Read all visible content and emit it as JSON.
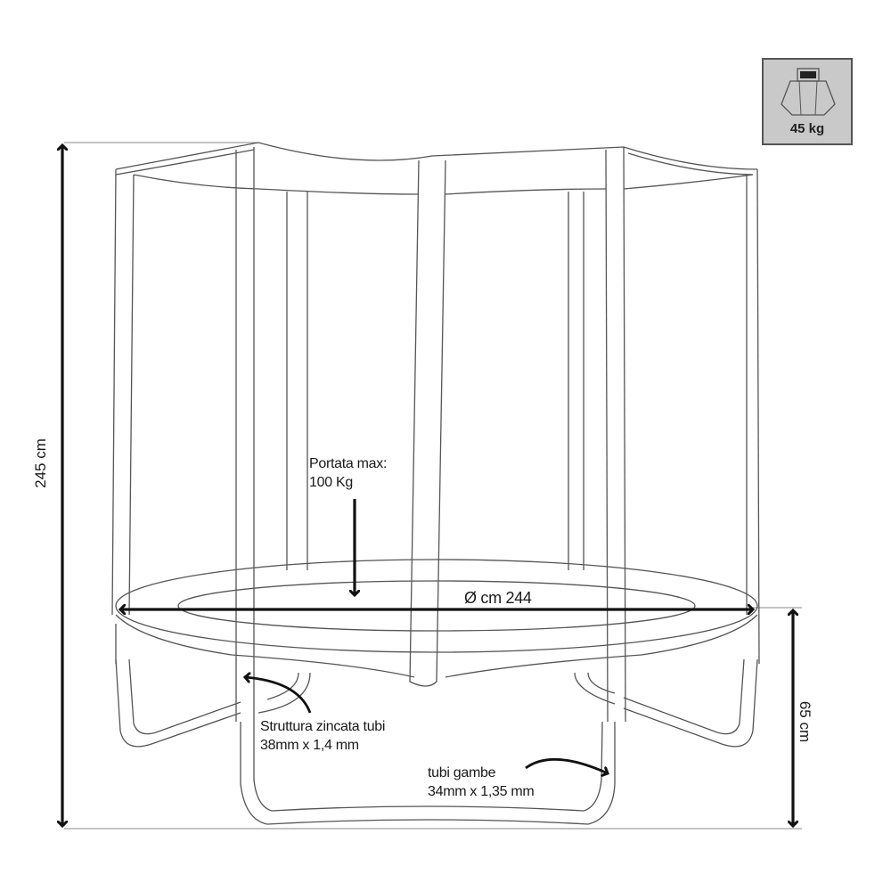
{
  "diagram": {
    "subject": "trampoline with safety enclosure net",
    "weight_badge": {
      "icon": "weight-icon",
      "label": "45 kg"
    },
    "dimensions": {
      "total_height": "245 cm",
      "diameter": "Ø cm 244",
      "leg_height": "65 cm"
    },
    "annotations": {
      "max_load_line1": "Portata max:",
      "max_load_line2": "100 Kg",
      "frame_line1": "Struttura zincata tubi",
      "frame_line2": "38mm x 1,4 mm",
      "legs_line1": "tubi gambe",
      "legs_line2": "34mm x 1,35 mm"
    },
    "colors": {
      "line": "#555555",
      "arrow": "#111111",
      "badge_bg": "#c9c9c9"
    }
  }
}
